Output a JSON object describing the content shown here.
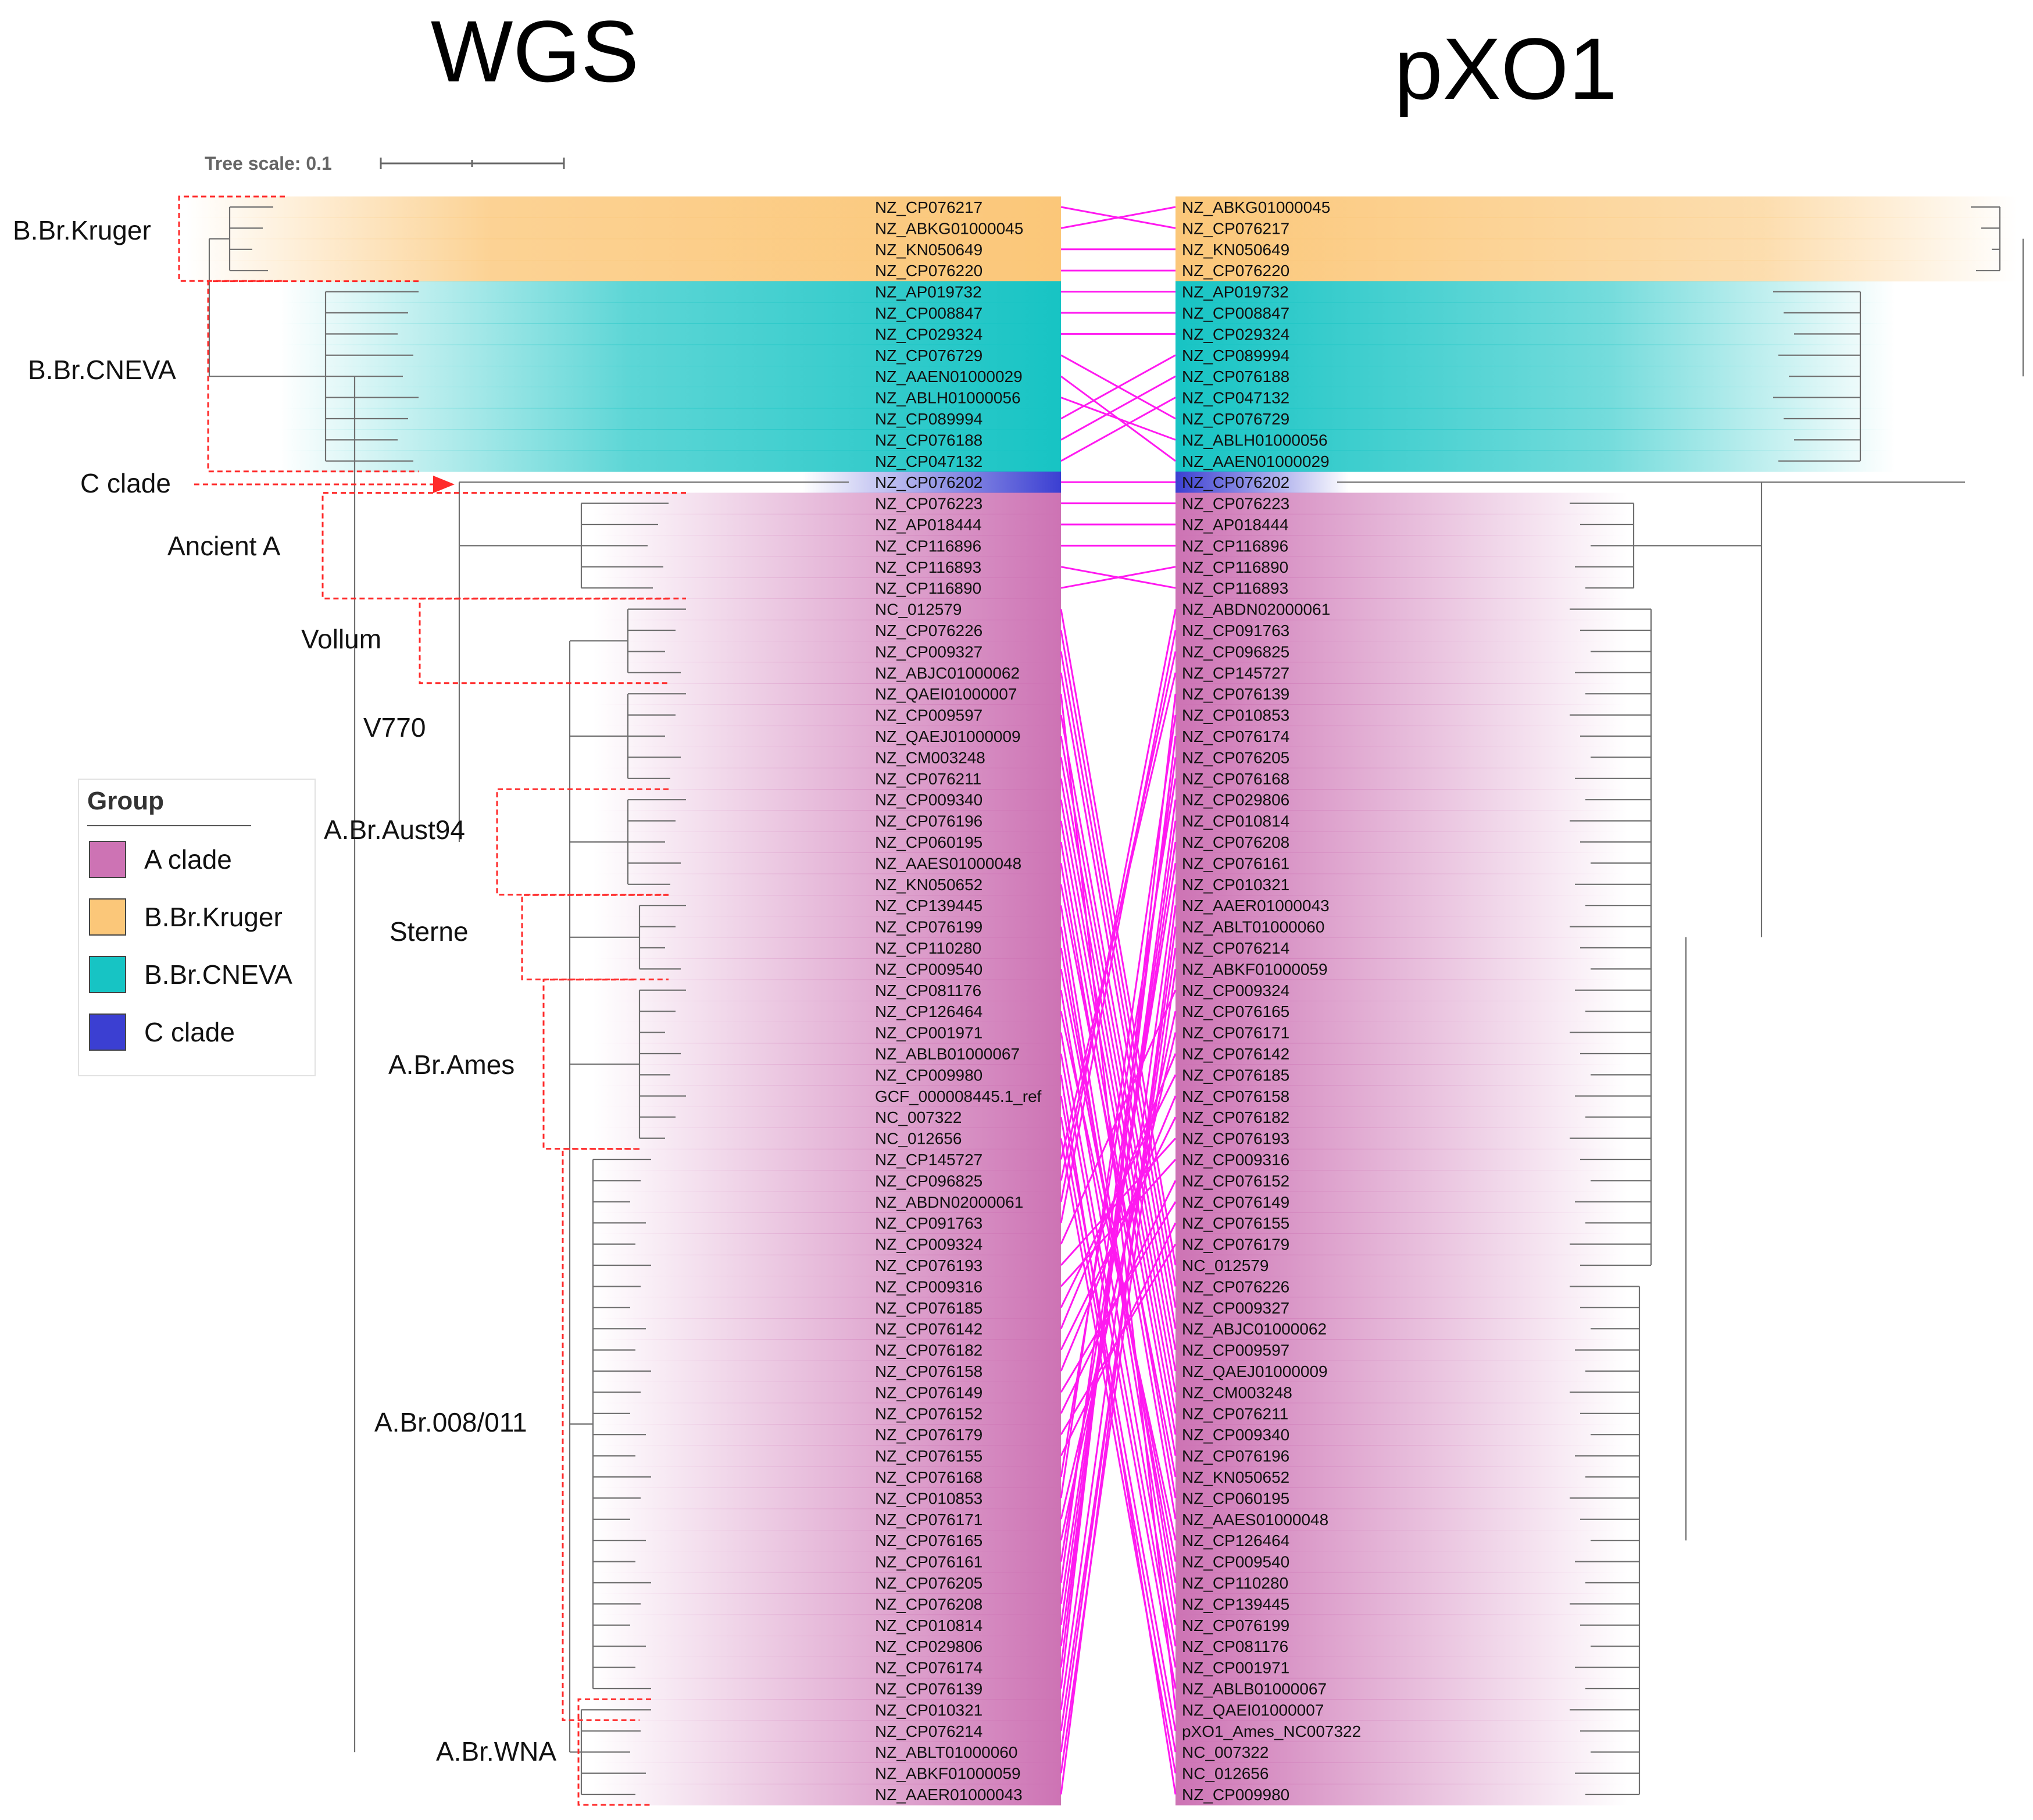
{
  "titles": {
    "left": "WGS",
    "right": "pXO1"
  },
  "tree_scale": {
    "label": "Tree scale: 0.1",
    "value": 0.1
  },
  "colors": {
    "A clade": "#cd73b4",
    "B.Br.Kruger": "#fbc779",
    "B.Br.CNEVA": "#17c4c4",
    "C clade": "#3b3fd2",
    "link": "#ff19f0",
    "bracket": "#ff2a2a",
    "tree": "#6f6f6f"
  },
  "legend": {
    "title": "Group",
    "items": [
      {
        "label": "A clade",
        "group": "A clade"
      },
      {
        "label": "B.Br.Kruger",
        "group": "B.Br.Kruger"
      },
      {
        "label": "B.Br.CNEVA",
        "group": "B.Br.CNEVA"
      },
      {
        "label": "C clade",
        "group": "C clade"
      }
    ]
  },
  "clade_labels": [
    "B.Br.Kruger",
    "B.Br.CNEVA",
    "C clade",
    "Ancient A",
    "Vollum",
    "V770",
    "A.Br.Aust94",
    "Sterne",
    "A.Br.Ames",
    "A.Br.008/011",
    "A.Br.WNA"
  ],
  "wgs_leaves": [
    "NZ_CP076217",
    "NZ_ABKG01000045",
    "NZ_KN050649",
    "NZ_CP076220",
    "NZ_AP019732",
    "NZ_CP008847",
    "NZ_CP029324",
    "NZ_CP076729",
    "NZ_AAEN01000029",
    "NZ_ABLH01000056",
    "NZ_CP089994",
    "NZ_CP076188",
    "NZ_CP047132",
    "NZ_CP076202",
    "NZ_CP076223",
    "NZ_AP018444",
    "NZ_CP116896",
    "NZ_CP116893",
    "NZ_CP116890",
    "NC_012579",
    "NZ_CP076226",
    "NZ_CP009327",
    "NZ_ABJC01000062",
    "NZ_QAEI01000007",
    "NZ_CP009597",
    "NZ_QAEJ01000009",
    "NZ_CM003248",
    "NZ_CP076211",
    "NZ_CP009340",
    "NZ_CP076196",
    "NZ_CP060195",
    "NZ_AAES01000048",
    "NZ_KN050652",
    "NZ_CP139445",
    "NZ_CP076199",
    "NZ_CP110280",
    "NZ_CP009540",
    "NZ_CP081176",
    "NZ_CP126464",
    "NZ_CP001971",
    "NZ_ABLB01000067",
    "NZ_CP009980",
    "GCF_000008445.1_ref",
    "NC_007322",
    "NC_012656",
    "NZ_CP145727",
    "NZ_CP096825",
    "NZ_ABDN02000061",
    "NZ_CP091763",
    "NZ_CP009324",
    "NZ_CP076193",
    "NZ_CP009316",
    "NZ_CP076185",
    "NZ_CP076142",
    "NZ_CP076182",
    "NZ_CP076158",
    "NZ_CP076149",
    "NZ_CP076152",
    "NZ_CP076179",
    "NZ_CP076155",
    "NZ_CP076168",
    "NZ_CP010853",
    "NZ_CP076171",
    "NZ_CP076165",
    "NZ_CP076161",
    "NZ_CP076205",
    "NZ_CP076208",
    "NZ_CP010814",
    "NZ_CP029806",
    "NZ_CP076174",
    "NZ_CP076139",
    "NZ_CP010321",
    "NZ_CP076214",
    "NZ_ABLT01000060",
    "NZ_ABKF01000059",
    "NZ_AAER01000043"
  ],
  "pxo1_leaves": [
    "NZ_ABKG01000045",
    "NZ_CP076217",
    "NZ_KN050649",
    "NZ_CP076220",
    "NZ_AP019732",
    "NZ_CP008847",
    "NZ_CP029324",
    "NZ_CP089994",
    "NZ_CP076188",
    "NZ_CP047132",
    "NZ_CP076729",
    "NZ_ABLH01000056",
    "NZ_AAEN01000029",
    "NZ_CP076202",
    "NZ_CP076223",
    "NZ_AP018444",
    "NZ_CP116896",
    "NZ_CP116890",
    "NZ_CP116893",
    "NZ_ABDN02000061",
    "NZ_CP091763",
    "NZ_CP096825",
    "NZ_CP145727",
    "NZ_CP076139",
    "NZ_CP010853",
    "NZ_CP076174",
    "NZ_CP076205",
    "NZ_CP076168",
    "NZ_CP029806",
    "NZ_CP010814",
    "NZ_CP076208",
    "NZ_CP076161",
    "NZ_CP010321",
    "NZ_AAER01000043",
    "NZ_ABLT01000060",
    "NZ_CP076214",
    "NZ_ABKF01000059",
    "NZ_CP009324",
    "NZ_CP076165",
    "NZ_CP076171",
    "NZ_CP076142",
    "NZ_CP076185",
    "NZ_CP076158",
    "NZ_CP076182",
    "NZ_CP076193",
    "NZ_CP009316",
    "NZ_CP076152",
    "NZ_CP076149",
    "NZ_CP076155",
    "NZ_CP076179",
    "NC_012579",
    "NZ_CP076226",
    "NZ_CP009327",
    "NZ_ABJC01000062",
    "NZ_CP009597",
    "NZ_QAEJ01000009",
    "NZ_CM003248",
    "NZ_CP076211",
    "NZ_CP009340",
    "NZ_CP076196",
    "NZ_KN050652",
    "NZ_CP060195",
    "NZ_AAES01000048",
    "NZ_CP126464",
    "NZ_CP009540",
    "NZ_CP110280",
    "NZ_CP139445",
    "NZ_CP076199",
    "NZ_CP081176",
    "NZ_CP001971",
    "NZ_ABLB01000067",
    "NZ_QAEI01000007",
    "pXO1_Ames_NC007322",
    "NC_007322",
    "NC_012656",
    "NZ_CP009980"
  ]
}
